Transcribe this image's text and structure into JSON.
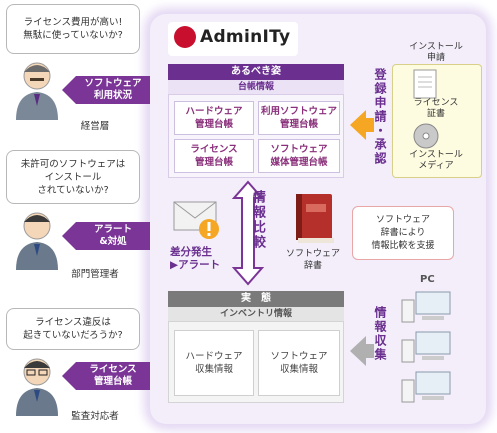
{
  "logo": {
    "name": "AdminITy",
    "mark": "●"
  },
  "ideal": {
    "header": "あるべき姿",
    "subheader": "台帳情報",
    "cells": [
      "ハードウェア\n管理台帳",
      "利用ソフトウェア\n管理台帳",
      "ライセンス\n管理台帳",
      "ソフトウェア\n媒体管理台帳"
    ]
  },
  "actual": {
    "header": "実　態",
    "subheader": "インベントリ情報",
    "cells": [
      "ハードウェア\n収集情報",
      "ソフトウェア\n収集情報"
    ]
  },
  "compare_label": "情報比較",
  "register_label": "登録申請・承認",
  "collect_label": "情報収集",
  "install_card": {
    "title": "インストール\n申請",
    "cert": "ライセンス\n証書",
    "media": "インストール\nメディア"
  },
  "diff_label": "差分発生\n▶アラート",
  "dictionary": {
    "label": "ソフトウェア\n辞書",
    "note": "ソフトウェア\n辞書により\n情報比較を支援"
  },
  "pc_label": "PC",
  "roles": [
    {
      "bubble": "ライセンス費用が高い!\n無駄に使っていないか?",
      "arrow": "ソフトウェア\n利用状況",
      "role": "経営層"
    },
    {
      "bubble": "未許可のソフトウェアは\nインストール\nされていないか?",
      "arrow": "アラート\n&対処",
      "role": "部門管理者"
    },
    {
      "bubble": "ライセンス違反は\n起きていないだろうか?",
      "arrow": "ライセンス\n管理台帳",
      "role": "監査対応者"
    }
  ],
  "colors": {
    "accent": "#6a2f8f",
    "arrow": "#7a3596",
    "orange": "#f5a623",
    "panel": "#f3eefa"
  }
}
